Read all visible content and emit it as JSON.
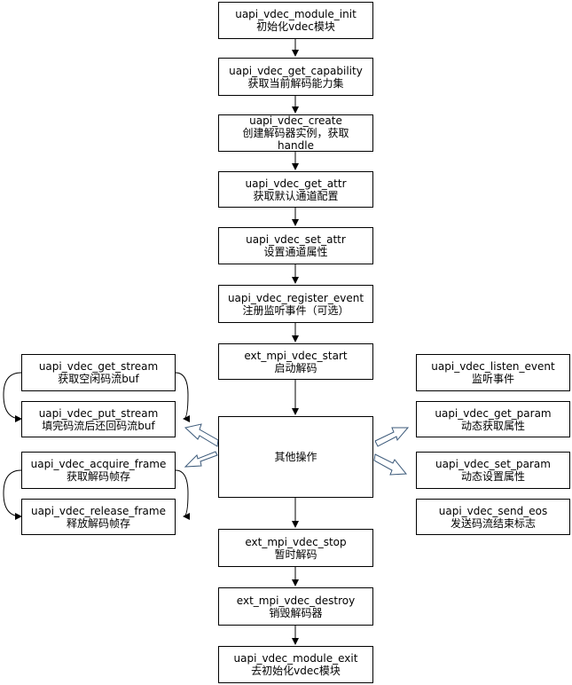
{
  "main_flow": [
    {
      "api": "uapi_vdec_module_init",
      "desc": "初始化vdec模块"
    },
    {
      "api": "uapi_vdec_get_capability",
      "desc": "获取当前解码能力集"
    },
    {
      "api": "uapi_vdec_create",
      "desc": "创建解码器实例，获取",
      "desc2": "handle"
    },
    {
      "api": "uapi_vdec_get_attr",
      "desc": "获取默认通道配置"
    },
    {
      "api": "uapi_vdec_set_attr",
      "desc": "设置通道属性"
    },
    {
      "api": "uapi_vdec_register_event",
      "desc": "注册监听事件（可选）"
    },
    {
      "api": "ext_mpi_vdec_start",
      "desc": "启动解码"
    },
    {
      "api": "其他操作"
    },
    {
      "api": "ext_mpi_vdec_stop",
      "desc": "暂时解码"
    },
    {
      "api": "ext_mpi_vdec_destroy",
      "desc": "销毁解码器"
    },
    {
      "api": "uapi_vdec_module_exit",
      "desc": "去初始化vdec模块"
    }
  ],
  "left_ops": [
    {
      "api": "uapi_vdec_get_stream",
      "desc": "获取空闲码流buf"
    },
    {
      "api": "uapi_vdec_put_stream",
      "desc": "填完码流后还回码流buf"
    },
    {
      "api": "uapi_vdec_acquire_frame",
      "desc": "获取解码帧存"
    },
    {
      "api": "uapi_vdec_release_frame",
      "desc": "释放解码帧存"
    }
  ],
  "right_ops": [
    {
      "api": "uapi_vdec_listen_event",
      "desc": "监听事件"
    },
    {
      "api": "uapi_vdec_get_param",
      "desc": "动态获取属性"
    },
    {
      "api": "uapi_vdec_set_param",
      "desc": "动态设置属性"
    },
    {
      "api": "uapi_vdec_send_eos",
      "desc": "发送码流结束标志"
    }
  ]
}
